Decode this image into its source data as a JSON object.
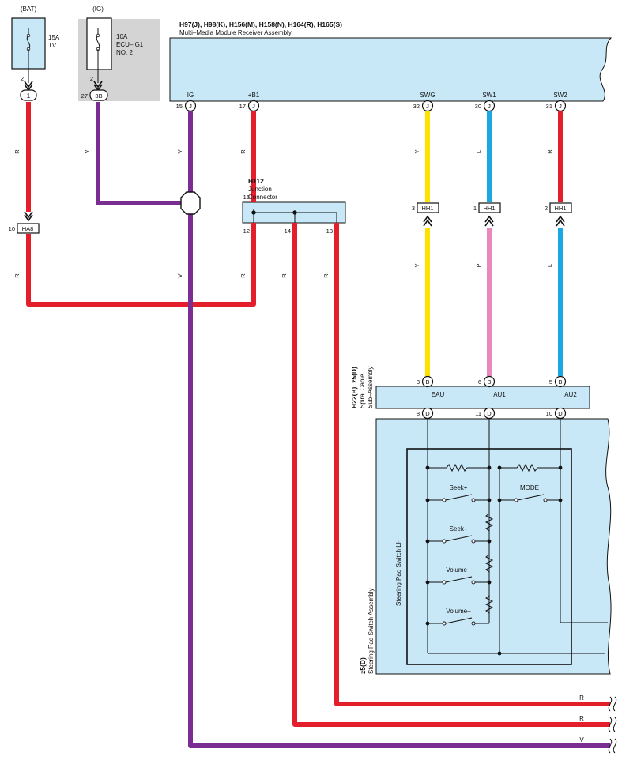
{
  "colors": {
    "red": "#e41e2b",
    "violet": "#7a2e91",
    "yellow": "#ffe100",
    "blue": "#19a8e2",
    "pink": "#ec87bd",
    "component_fill": "#c8e7f7",
    "ig_box_fill": "#d4d4d4"
  },
  "fuses": {
    "bat": {
      "source": "(BAT)",
      "rating": "15A",
      "name": "TV",
      "pin": "2",
      "connector_pin": "1"
    },
    "ig": {
      "source": "(IG)",
      "rating": "10A",
      "name_line1": "ECU–IG1",
      "name_line2": "NO. 2",
      "pin": "2",
      "connector_pin_no": "27",
      "connector": "3B"
    }
  },
  "receiver": {
    "codes": "H97(J), H98(K), H156(M), H158(N), H164(R), H165(S)",
    "name": "Multi–Media Module Receiver Assembly",
    "pins": [
      {
        "no": "15",
        "conn": "J",
        "label": "IG"
      },
      {
        "no": "17",
        "conn": "J",
        "label": "+B1"
      },
      {
        "no": "32",
        "conn": "J",
        "label": "SWG"
      },
      {
        "no": "30",
        "conn": "J",
        "label": "SW1"
      },
      {
        "no": "31",
        "conn": "J",
        "label": "SW2"
      }
    ]
  },
  "junction": {
    "code": "H112",
    "name_line1": "Junction",
    "name_line2": "Connector",
    "pin_in": "15",
    "pins_out": [
      "12",
      "14",
      "13"
    ]
  },
  "inline_connectors": {
    "ha8": {
      "pin": "10",
      "name": "HA8"
    },
    "hh1": [
      {
        "pin": "3",
        "name": "HH1"
      },
      {
        "pin": "1",
        "name": "HH1"
      },
      {
        "pin": "2",
        "name": "HH1"
      }
    ]
  },
  "wire_colors": {
    "r": "R",
    "v": "V",
    "y": "Y",
    "l": "L",
    "p": "P"
  },
  "spiral": {
    "codes": "H22(B), z5(D)",
    "name_line1": "Spiral Cable",
    "name_line2": "Sub–Assembly",
    "top_pins": [
      {
        "no": "3",
        "conn": "B",
        "label": "EAU"
      },
      {
        "no": "6",
        "conn": "B",
        "label": "AU1"
      },
      {
        "no": "5",
        "conn": "B",
        "label": "AU2"
      }
    ],
    "bottom_pins": [
      {
        "no": "8",
        "conn": "D"
      },
      {
        "no": "11",
        "conn": "D"
      },
      {
        "no": "10",
        "conn": "D"
      }
    ]
  },
  "steering": {
    "code": "z5(D)",
    "name": "Steering Pad Switch Assembly",
    "inner_name": "Steering Pad Switch LH",
    "switches": [
      "Seek+",
      "Seek–",
      "Volume+",
      "Volume–",
      "MODE"
    ]
  },
  "end_labels": [
    "R",
    "R",
    "V"
  ]
}
